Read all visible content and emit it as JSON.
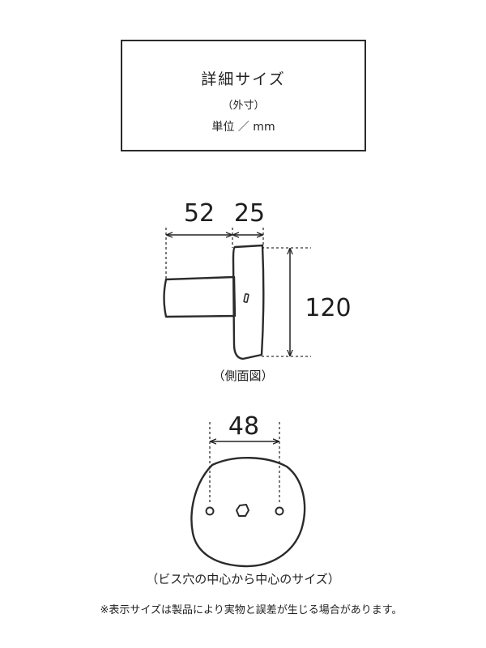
{
  "header": {
    "title": "詳細サイズ",
    "subtitle": "（外寸）",
    "unit": "単位 ／ mm"
  },
  "side_view": {
    "dim_depth": "52",
    "dim_thickness": "25",
    "dim_height": "120",
    "caption": "（側面図）"
  },
  "front_view": {
    "dim_hole_pitch": "48",
    "caption": "（ビス穴の中心から中心のサイズ）"
  },
  "note": "※表示サイズは製品により実物と誤差が生じる場合があります。",
  "colors": {
    "line": "#2b2b2b",
    "text": "#222222"
  }
}
